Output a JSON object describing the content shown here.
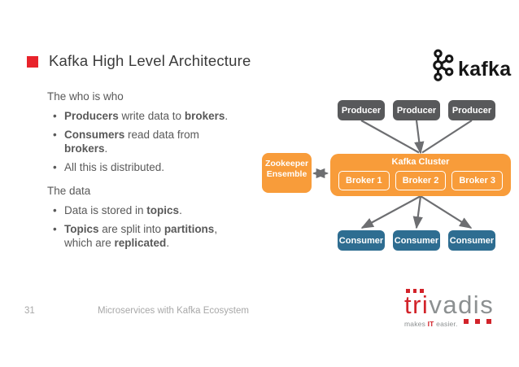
{
  "slide": {
    "title": "Kafka High Level Architecture",
    "page_number": "31",
    "footer_text": "Microservices with Kafka Ecosystem"
  },
  "kafka_logo": {
    "wordmark": "kafka"
  },
  "content": {
    "who": {
      "heading": "The who is who",
      "b1": {
        "s0": "Producers",
        "s1": " write data to ",
        "s2": "brokers",
        "s3": "."
      },
      "b2": {
        "s0": "Consumers",
        "s1": " read data from",
        "s2": "brokers",
        "s3": "."
      },
      "b3": {
        "s0": "All this is distributed."
      }
    },
    "data": {
      "heading": "The data",
      "b1": {
        "s0": "Data is stored in ",
        "s1": "topics",
        "s2": "."
      },
      "b2": {
        "s0": "Topics",
        "s1": " are split into ",
        "s2": "partitions",
        "s3": ",",
        "s4": "which are ",
        "s5": "replicated",
        "s6": "."
      }
    }
  },
  "diagram": {
    "producers": [
      "Producer",
      "Producer",
      "Producer"
    ],
    "cluster_label": "Kafka Cluster",
    "brokers": [
      "Broker 1",
      "Broker 2",
      "Broker 3"
    ],
    "zookeeper_line1": "Zookeeper",
    "zookeeper_line2": "Ensemble",
    "consumers": [
      "Consumer",
      "Consumer",
      "Consumer"
    ]
  },
  "branding": {
    "logo_red": "tri",
    "logo_gray": "vadis",
    "tagline_pre": "makes ",
    "tagline_accent": "IT",
    "tagline_post": " easier."
  },
  "colors": {
    "accent_red": "#E8232B",
    "producer_gray": "#58595B",
    "cluster_orange": "#F89C3A",
    "consumer_blue": "#2E6D91",
    "arrow_gray": "#6D6E71",
    "body_text_gray": "#595959",
    "footer_gray": "#A8A8A8",
    "trivadis_red": "#D2232A",
    "trivadis_gray": "#8C9091"
  }
}
